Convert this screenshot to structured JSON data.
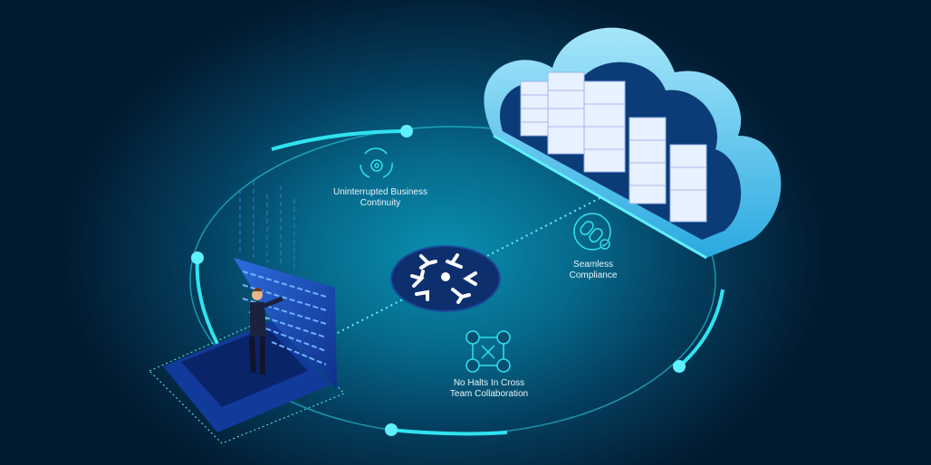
{
  "features": [
    {
      "icon": "cycle-gear-icon",
      "lines": [
        "Uninterrupted Business",
        "Continuity"
      ]
    },
    {
      "icon": "link-check-icon",
      "lines": [
        "Seamless",
        "Compliance"
      ]
    },
    {
      "icon": "team-network-icon",
      "lines": [
        "No Halts In Cross",
        "Team Collaboration"
      ]
    }
  ],
  "colors": {
    "accent": "#2fe3f0",
    "background": "#043e5e",
    "hub": "#0d2f6e",
    "cloud": "#7fd3f5"
  }
}
